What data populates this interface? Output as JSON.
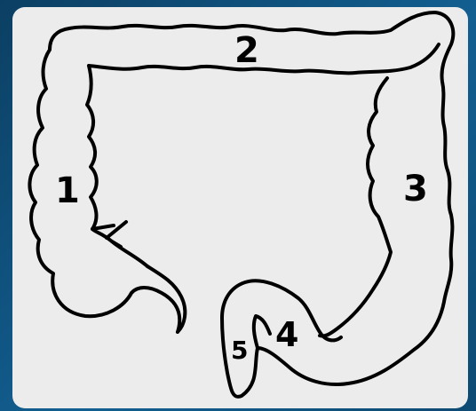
{
  "labels": {
    "ascending": "1",
    "transverse": "2",
    "descending": "3",
    "sigmoid": "4",
    "rectum": "5"
  },
  "colors": {
    "background": "#0f4f79",
    "panel": "#ececec",
    "stroke": "#000000"
  }
}
